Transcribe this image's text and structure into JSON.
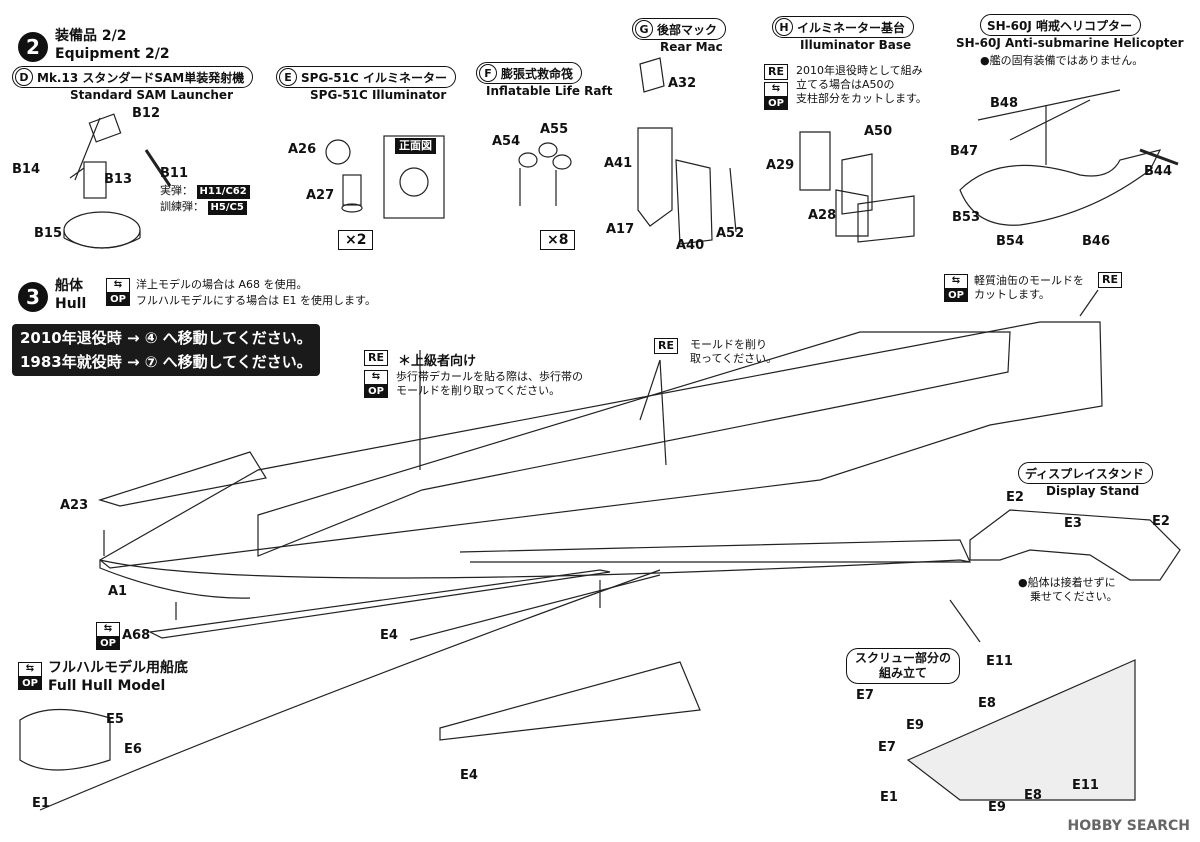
{
  "step2": {
    "number": "2",
    "title_jp": "装備品 2/2",
    "title_en": "Equipment 2/2",
    "sections": {
      "D": {
        "letter": "D",
        "title_jp": "Mk.13 スタンダードSAM単装発射機",
        "title_en": "Standard SAM Launcher",
        "parts": [
          "B12",
          "B14",
          "B13",
          "B11",
          "B15"
        ],
        "live_label": "実弾：",
        "live_code": "H11/C62",
        "training_label": "訓練弾：",
        "training_code": "H5/C5"
      },
      "E": {
        "letter": "E",
        "title_jp": "SPG-51C イルミネーター",
        "title_en": "SPG-51C Illuminator",
        "parts": [
          "A26",
          "A27"
        ],
        "front_view": "正面図",
        "count": "×2"
      },
      "F": {
        "letter": "F",
        "title_jp": "膨張式救命筏",
        "title_en": "Inflatable Life Raft",
        "parts": [
          "A54",
          "A55"
        ],
        "count": "×8"
      },
      "G": {
        "letter": "G",
        "title_jp": "後部マック",
        "title_en": "Rear Mac",
        "parts": [
          "A32",
          "A41",
          "A17",
          "A40",
          "A52"
        ]
      },
      "H": {
        "letter": "H",
        "title_jp": "イルミネーター基台",
        "title_en": "Illuminator Base",
        "re_tag": "RE",
        "note_line1": "2010年退役時として組み",
        "note_line2": "立てる場合はA50の",
        "note_line3": "支柱部分をカットします。",
        "parts": [
          "A50",
          "A29",
          "A28"
        ]
      },
      "heli": {
        "title_jp": "SH-60J 哨戒ヘリコプター",
        "title_en": "SH-60J Anti-submarine Helicopter",
        "note": "●艦の固有装備ではありません。",
        "parts": [
          "B48",
          "B47",
          "B44",
          "B53",
          "B54",
          "B46"
        ]
      }
    }
  },
  "step3": {
    "number": "3",
    "title_jp": "船体",
    "title_en": "Hull",
    "note1": "洋上モデルの場合は A68 を使用。",
    "note2": "フルハルモデルにする場合は E1 を使用します。",
    "move1": "2010年退役時 → ④ へ移動してください。",
    "move2": "1983年就役時 → ⑦ へ移動してください。",
    "advanced_tag": "RE",
    "advanced_title": "＊上級者向け",
    "advanced_note1": "歩行帯デカールを貼る際は、歩行帯の",
    "advanced_note2": "モールドを削り取ってください。",
    "mold_tag": "RE",
    "mold_note1": "モールドを削り",
    "mold_note2": "取ってください。",
    "fuel_note1": "軽質油缶のモールドを",
    "fuel_note2": "カットします。",
    "fuel_tag": "RE",
    "parts": [
      "A23",
      "A1",
      "A68",
      "E4",
      "E4"
    ],
    "op_label": "OP",
    "full_hull_jp": "フルハルモデル用船底",
    "full_hull_en": "Full Hull Model",
    "full_hull_parts": [
      "E5",
      "E6",
      "E1"
    ],
    "display_stand_jp": "ディスプレイスタンド",
    "display_stand_en": "Display Stand",
    "stand_parts": [
      "E2",
      "E3",
      "E2"
    ],
    "stand_note1": "●船体は接着せずに",
    "stand_note2": "乗せてください。",
    "screw_title1": "スクリュー部分の",
    "screw_title2": "組み立て",
    "screw_parts": [
      "E11",
      "E7",
      "E9",
      "E8",
      "E7",
      "E11",
      "E1",
      "E9",
      "E8"
    ]
  },
  "watermark": "HOBBY SEARCH"
}
